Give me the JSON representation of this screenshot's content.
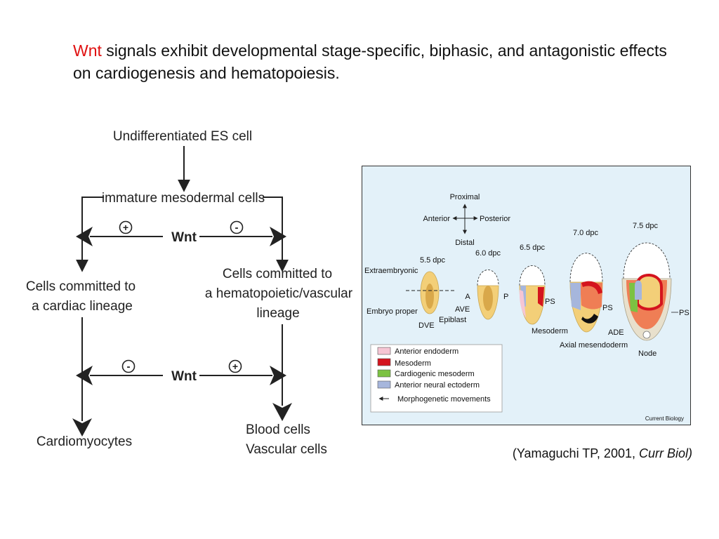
{
  "slide": {
    "title_highlight": "Wnt",
    "title_rest": " signals exhibit developmental stage-specific, biphasic, and antagonistic effects on cardiogenesis and hematopoiesis.",
    "citation_prefix": "(Yamaguchi TP, 2001, ",
    "citation_journal": "Curr Biol)"
  },
  "flowchart": {
    "top_node": "Undifferentiated ES cell",
    "mid_node": "immature mesodermal cells",
    "wnt_label_1": "Wnt",
    "wnt_label_2": "Wnt",
    "plus_sign": "+",
    "minus_sign": "-",
    "left_node_line1": "Cells committed to",
    "left_node_line2": "a cardiac lineage",
    "right_node_line1": "Cells committed to",
    "right_node_line2": "a hematopoietic/vascular",
    "right_node_line3": "lineage",
    "left_end": "Cardiomyocytes",
    "right_end_line1": "Blood cells",
    "right_end_line2": "Vascular cells"
  },
  "embryo_figure": {
    "axis": {
      "proximal": "Proximal",
      "distal": "Distal",
      "anterior": "Anterior",
      "posterior": "Posterior"
    },
    "stages": [
      "5.5 dpc",
      "6.0 dpc",
      "6.5 dpc",
      "7.0 dpc",
      "7.5 dpc"
    ],
    "labels": {
      "extraembryonic": "Extraembryonic",
      "embryo_proper": "Embryo proper",
      "dve": "DVE",
      "epiblast": "Epiblast",
      "a": "A",
      "p": "P",
      "ave": "AVE",
      "ps_1": "PS",
      "ps_2": "PS",
      "ps_3": "PS",
      "mesoderm": "Mesoderm",
      "axial_mesendoderm": "Axial mesendoderm",
      "ade": "ADE",
      "node": "Node"
    },
    "legend": [
      {
        "label": "Anterior endoderm",
        "color": "#f6c6d4"
      },
      {
        "label": "Mesoderm",
        "color": "#d4141e"
      },
      {
        "label": "Cardiogenic mesoderm",
        "color": "#7cc242"
      },
      {
        "label": "Anterior neural ectoderm",
        "color": "#a6b6dc"
      }
    ],
    "legend_arrow_label": "Morphogenetic movements",
    "source": "Current Biology",
    "colors": {
      "background": "#e3f1f9",
      "epiblast": "#f3cf78",
      "epiblast_dark": "#d9a84a",
      "mesoderm_orange": "#ef7e55",
      "extraembryonic": "#ffffff",
      "visceral_endoderm": "#e8e0cc"
    }
  }
}
